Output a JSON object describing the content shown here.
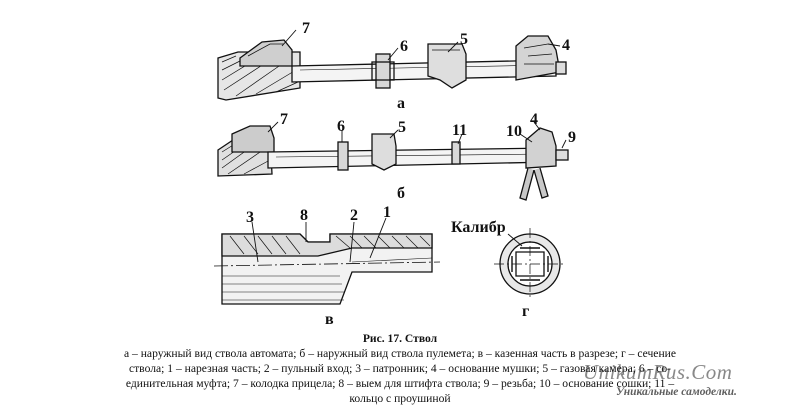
{
  "figure": {
    "labels_a": [
      "7",
      "6",
      "5",
      "4"
    ],
    "sub_a": "а",
    "labels_b": [
      "7",
      "6",
      "5",
      "11",
      "10",
      "4",
      "9"
    ],
    "sub_b": "б",
    "labels_v": [
      "3",
      "8",
      "2",
      "1"
    ],
    "sub_v": "в",
    "caliber_label": "Калибр",
    "sub_g": "г"
  },
  "caption": {
    "title": "Рис. 17. Ствол",
    "line1": "а – наружный вид ствола автомата; б – наружный вид ствола пулемета; в – казенная часть в разрезе; г – сечение",
    "line2": "ствола; 1 – нарезная часть; 2 – пульный вход; 3 – патронник; 4 – основание мушки; 5 – газовая камера; 6 – со-",
    "line3": "единительная муфта; 7 – колодка прицела; 8 – выем для штифта ствола; 9 – резьба; 10 – основание сошки; 11 –",
    "line4": "кольцо с проушиной"
  },
  "watermark": {
    "site": "UnikumRus.Com",
    "tagline": "Уникальные самоделки."
  }
}
